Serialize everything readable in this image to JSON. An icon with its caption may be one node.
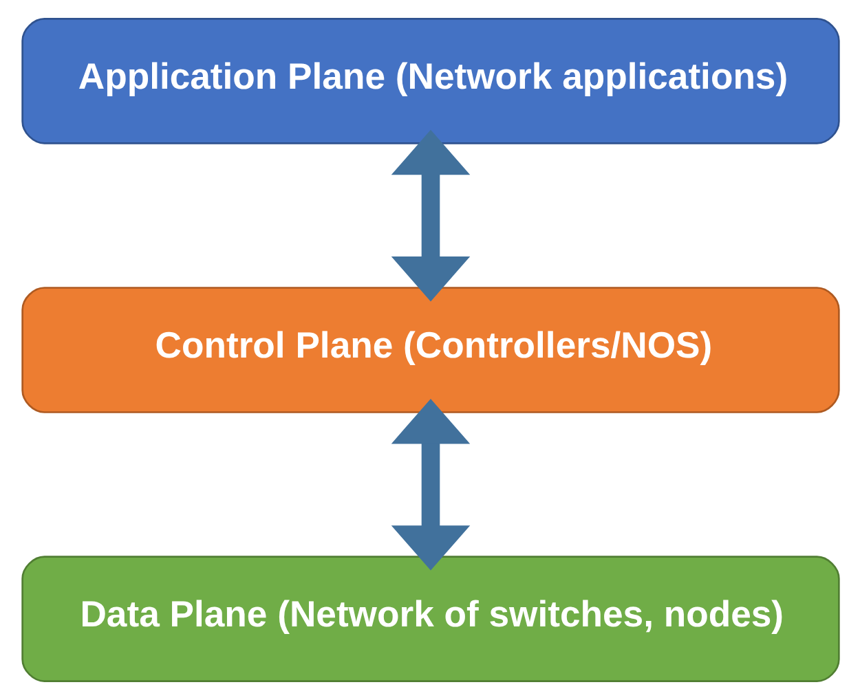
{
  "diagram": {
    "nodes": [
      {
        "text": [
          "Application Plane (Network applications)"
        ]
      },
      {
        "text": [
          "Control Plane (Controllers/NOS)"
        ]
      },
      {
        "text": [
          "Data Plane (Network of switches, nodes)"
        ]
      }
    ],
    "edges": [
      {
        "from": 0,
        "to": 1,
        "arrow": "both"
      },
      {
        "from": 1,
        "to": 2,
        "arrow": "both"
      }
    ]
  }
}
